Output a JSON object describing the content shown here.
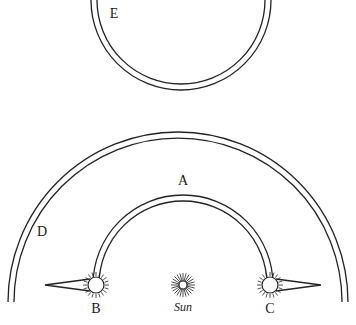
{
  "diagram": {
    "labels": [
      "E",
      "D",
      "A",
      "B",
      "Sun",
      "C"
    ]
  }
}
